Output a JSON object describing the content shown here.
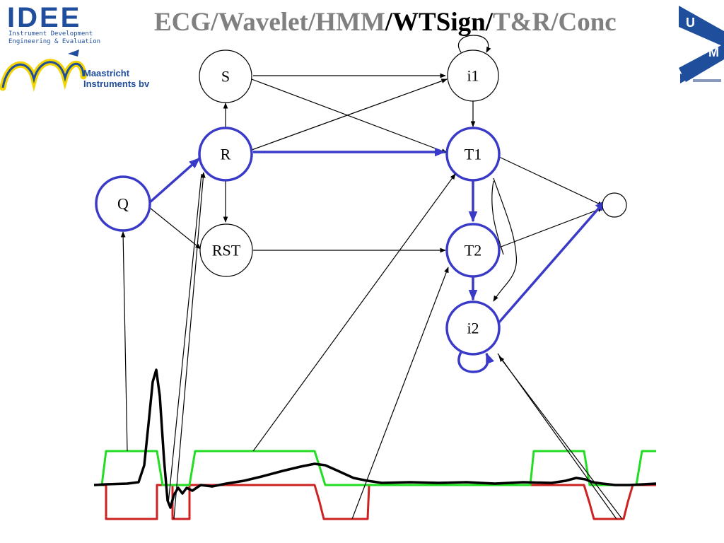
{
  "title": {
    "seg1": "ECG/Wavelet/HMM",
    "seg2": "/WTSign/",
    "seg3": "T&R/Conc",
    "muted_color": "#808080",
    "active_color": "#000000"
  },
  "logos": {
    "idee_big": "IDEE",
    "idee_line1": "Instrument  Development",
    "idee_line2": "Engineering  &  Evaluation",
    "mi_line1": "Maastricht",
    "mi_line2": "Instruments bv",
    "um_u": "U",
    "um_m": "M"
  },
  "nodes": {
    "S": "S",
    "i1": "i1",
    "R": "R",
    "T1": "T1",
    "Q": "Q",
    "RST": "RST",
    "T2": "T2",
    "i2": "i2",
    "end": ""
  },
  "colors": {
    "highlight": "#3a3ac8",
    "edge": "#000000",
    "green_trace": "#22dd22",
    "red_trace": "#cc2222",
    "ecg_trace": "#000000",
    "logo_blue": "#1f4e9c",
    "logo_yellow": "#f2d400"
  }
}
